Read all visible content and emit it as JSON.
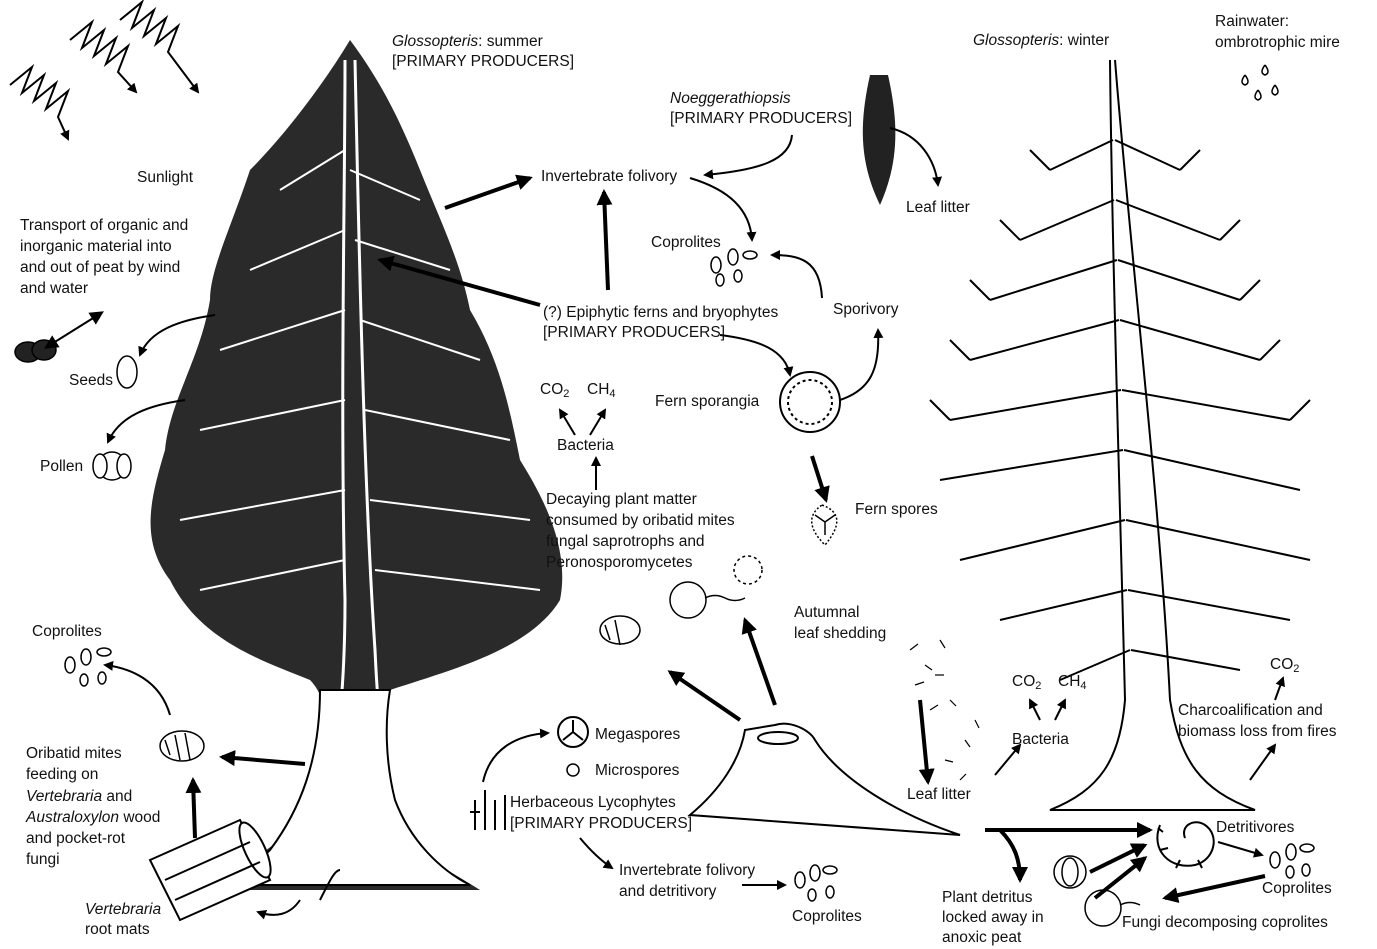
{
  "labels": {
    "gloss_summer_name": "Glossopteris",
    "gloss_summer_season": ": summer",
    "primary_producers": "[PRIMARY PRODUCERS]",
    "gloss_winter_name": "Glossopteris",
    "gloss_winter_season": ": winter",
    "rainwater_1": "Rainwater:",
    "rainwater_2": "ombrotrophic mire",
    "noeggerathiopsis": "Noeggerathiopsis",
    "sunlight": "Sunlight",
    "invertebrate_folivory": "Invertebrate folivory",
    "leaf_litter": "Leaf litter",
    "transport_1": "Transport of organic and",
    "transport_2": "inorganic material into",
    "transport_3": "and out of peat by wind",
    "transport_4": "and water",
    "coprolites": "Coprolites",
    "epiphytic": "(?) Epiphytic ferns and bryophytes",
    "sporivory": "Sporivory",
    "seeds": "Seeds",
    "pollen": "Pollen",
    "co2": "CO",
    "co2_sub": "2",
    "ch4": "CH",
    "ch4_sub": "4",
    "bacteria": "Bacteria",
    "fern_sporangia": "Fern sporangia",
    "fern_spores": "Fern spores",
    "decaying_1": "Decaying plant matter",
    "decaying_2": "consumed by oribatid mites",
    "decaying_3": "fungal saprotrophs and",
    "decaying_4": "Peronosporomycetes",
    "autumnal_1": "Autumnal",
    "autumnal_2": "leaf shedding",
    "charcoal_1": "Charcoalification and",
    "charcoal_2": "biomass loss from fires",
    "oribatid_1": "Oribatid mites",
    "oribatid_2": "feeding on",
    "vertebraria": "Vertebraria",
    "and": " and",
    "australoxylon": "Australoxylon",
    "wood": " wood",
    "oribatid_5": "and pocket-rot",
    "oribatid_6": "fungi",
    "root_mats": "root mats",
    "megaspores": "Megaspores",
    "microspores": "Microspores",
    "herb_lyco": "Herbaceous Lycophytes",
    "inv_fol_det_1": "Invertebrate folivory",
    "inv_fol_det_2": "and detritivory",
    "detritivores": "Detritivores",
    "plant_detritus_1": "Plant detritus",
    "plant_detritus_2": "locked away in",
    "plant_detritus_3": "anoxic peat",
    "fungi_decomposing": "Fungi decomposing coprolites"
  }
}
